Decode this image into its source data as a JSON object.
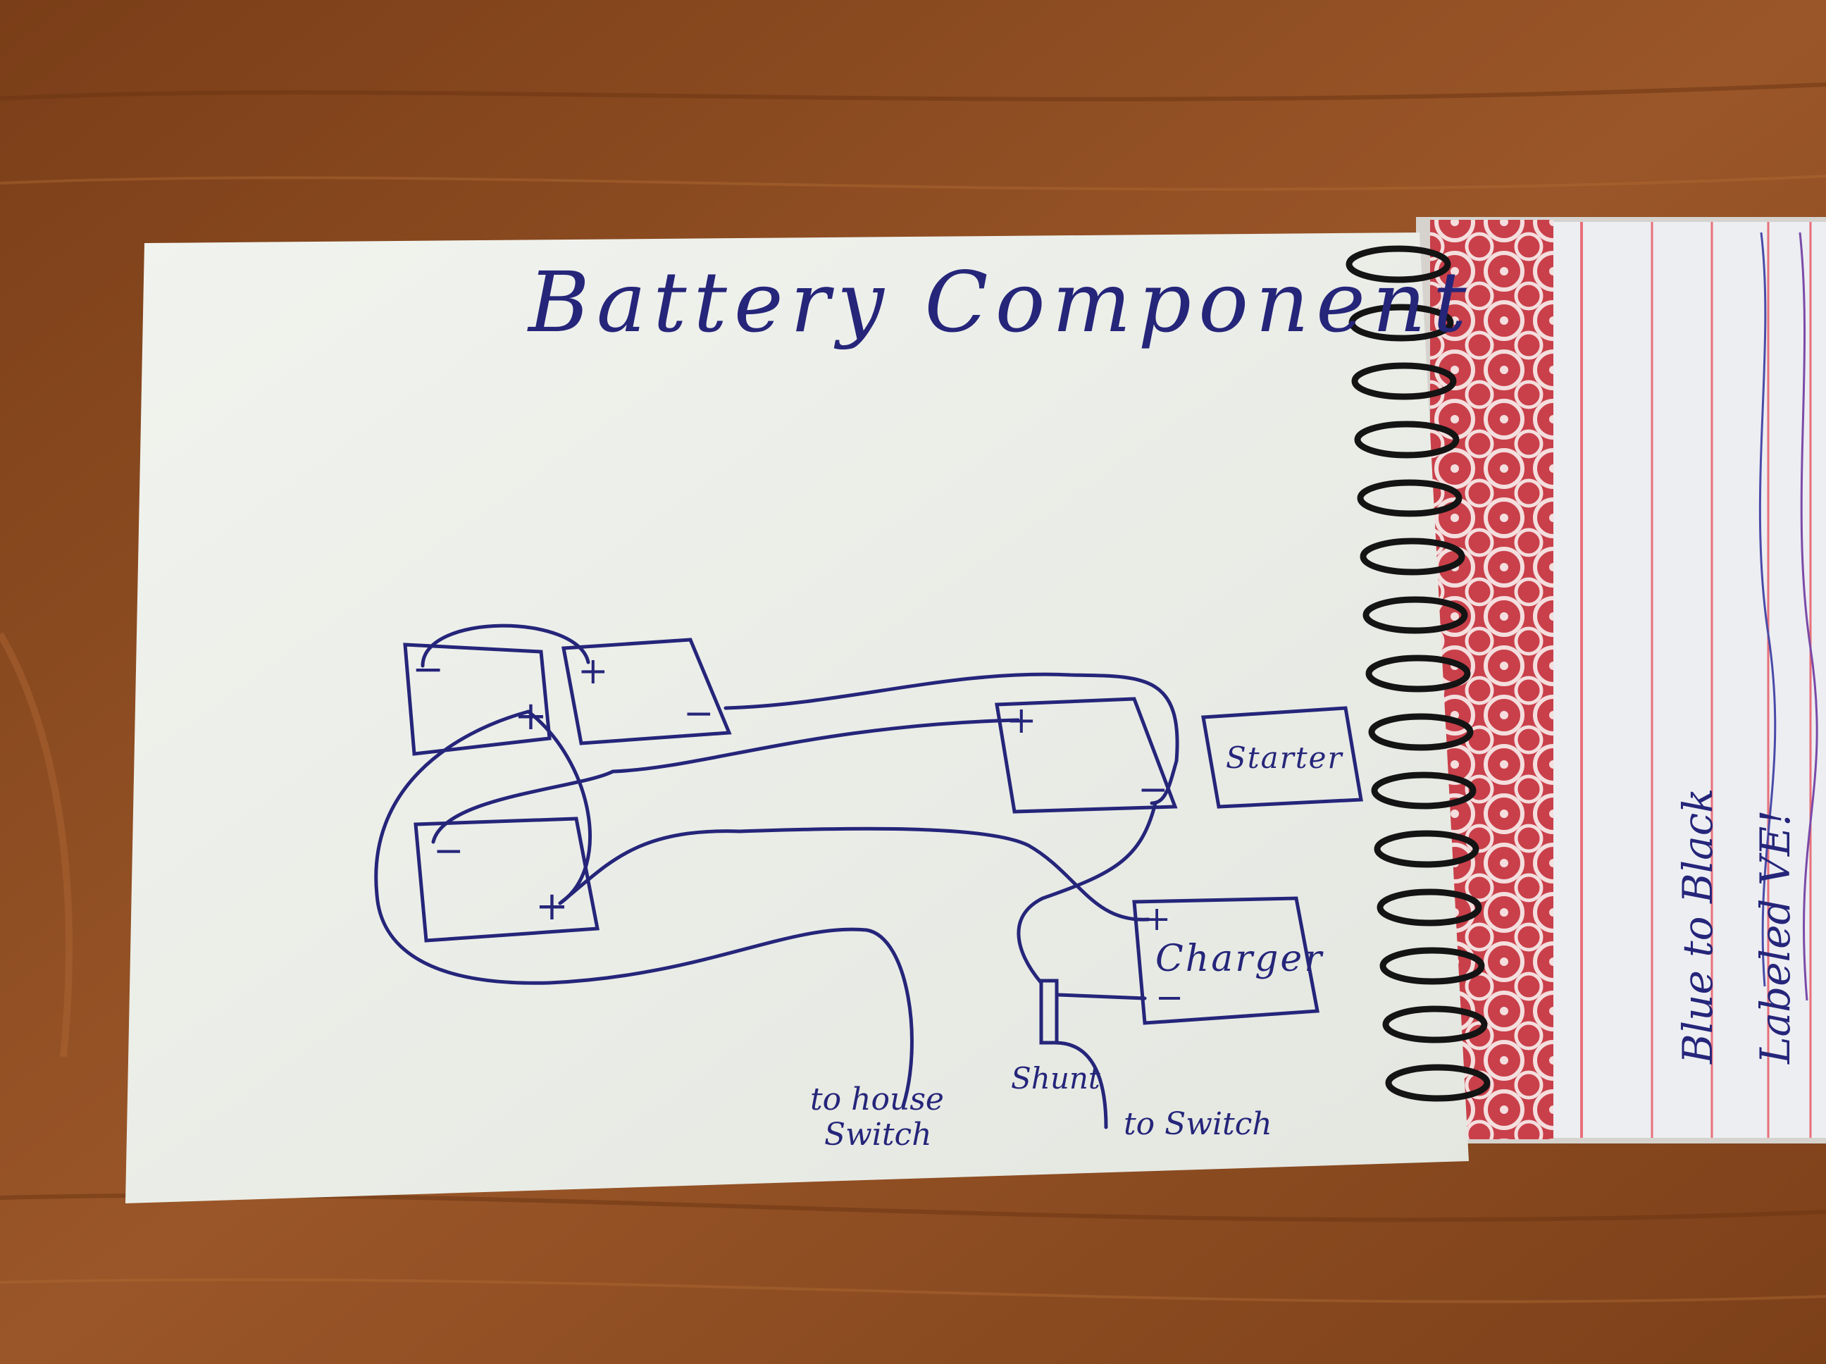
{
  "title": "Battery Component",
  "colors": {
    "ink": "#25257a",
    "card": "#eef0ea",
    "desk": "#8a4a22",
    "pattern_red": "#c9404a",
    "rule_red": "#e8707a"
  },
  "components": {
    "battery_1": {
      "neg": "−",
      "pos": "+"
    },
    "battery_2": {
      "pos": "+",
      "neg": "−"
    },
    "battery_3": {
      "neg": "−",
      "pos": "+"
    },
    "battery_4": {
      "pos": "+",
      "neg": "−"
    },
    "starter": {
      "label": "Starter"
    },
    "charger": {
      "label": "Charger",
      "pos": "+",
      "neg": "−"
    },
    "shunt": {
      "label": "Shunt"
    }
  },
  "labels": {
    "to_house_switch_line1": "to house",
    "to_house_switch_line2": "Switch",
    "to_switch": "to Switch"
  },
  "notes": {
    "line1": "Blue to Black",
    "line2": "Labeled VE!"
  },
  "ring_count": 15
}
